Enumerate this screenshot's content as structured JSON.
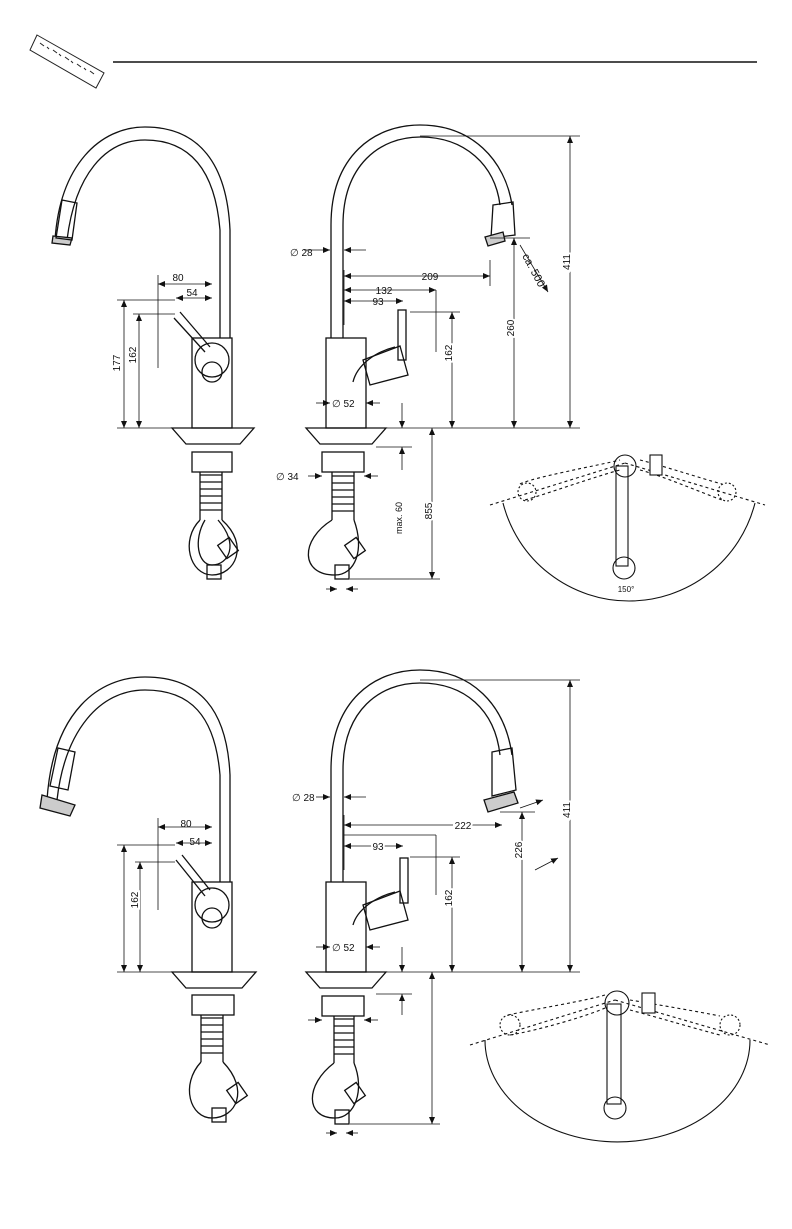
{
  "header": {
    "icon": "ruler-icon"
  },
  "diagram_top": {
    "front": {
      "w80": "80",
      "w54": "54",
      "h177": "177",
      "h162": "162"
    },
    "side": {
      "spout_dia": "∅ 28",
      "body_dia": "∅ 52",
      "shank_dia": "∅ 34",
      "reach_209": "209",
      "reach_132": "132",
      "reach_93": "93",
      "h162": "162",
      "h260": "260",
      "h411": "411",
      "pull_out": "ca. 500",
      "max60": "max. 60",
      "h855": "855"
    },
    "rotation": "150°"
  },
  "diagram_bottom": {
    "front": {
      "w80": "80",
      "w54": "54",
      "h162": "162"
    },
    "side": {
      "spout_dia": "∅ 28",
      "body_dia": "∅ 52",
      "reach_222": "222",
      "reach_93": "93",
      "h162": "162",
      "h226": "226",
      "h411": "411"
    }
  }
}
